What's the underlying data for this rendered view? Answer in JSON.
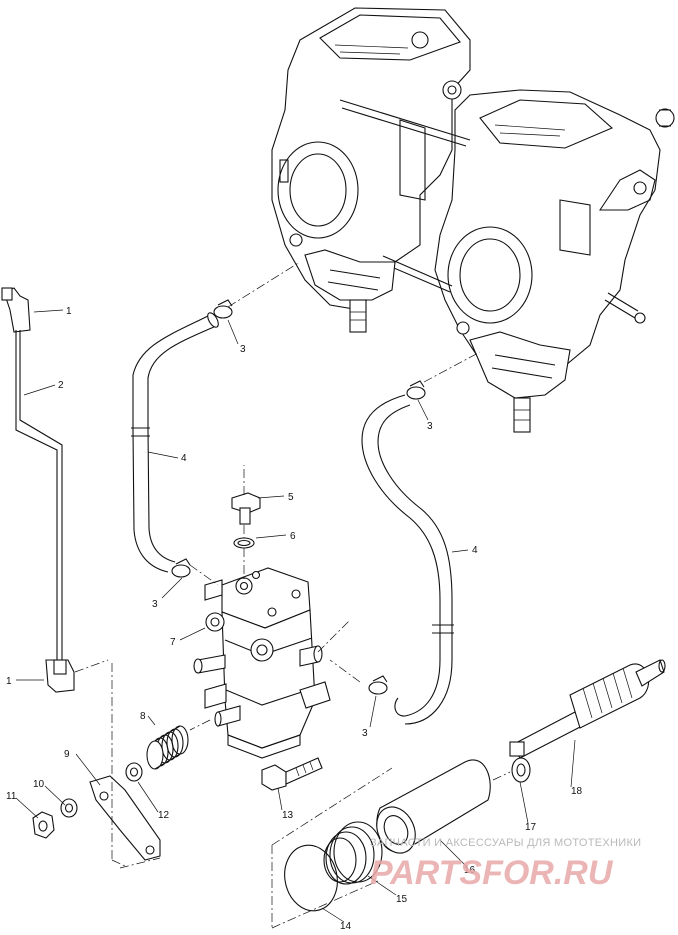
{
  "diagram": {
    "callouts": [
      {
        "id": "c1a",
        "label": "1"
      },
      {
        "id": "c2",
        "label": "2"
      },
      {
        "id": "c3a",
        "label": "3"
      },
      {
        "id": "c4a",
        "label": "4"
      },
      {
        "id": "c5",
        "label": "5"
      },
      {
        "id": "c6",
        "label": "6"
      },
      {
        "id": "c3b",
        "label": "3"
      },
      {
        "id": "c7",
        "label": "7"
      },
      {
        "id": "c4b",
        "label": "4"
      },
      {
        "id": "c3c",
        "label": "3"
      },
      {
        "id": "c3d",
        "label": "3"
      },
      {
        "id": "c1b",
        "label": "1"
      },
      {
        "id": "c8",
        "label": "8"
      },
      {
        "id": "c9",
        "label": "9"
      },
      {
        "id": "c10",
        "label": "10"
      },
      {
        "id": "c11",
        "label": "11"
      },
      {
        "id": "c12",
        "label": "12"
      },
      {
        "id": "c13",
        "label": "13"
      },
      {
        "id": "c14",
        "label": "14"
      },
      {
        "id": "c15",
        "label": "15"
      },
      {
        "id": "c16",
        "label": "16"
      },
      {
        "id": "c17",
        "label": "17"
      },
      {
        "id": "c18",
        "label": "18"
      }
    ]
  },
  "watermark": {
    "text": "ЗАПЧАСТИ И АКСЕССУАРЫ ДЛЯ МОТОТЕХНИКИ",
    "logo": "PARTSFOR.RU",
    "logo_color": "#e05a5a"
  }
}
